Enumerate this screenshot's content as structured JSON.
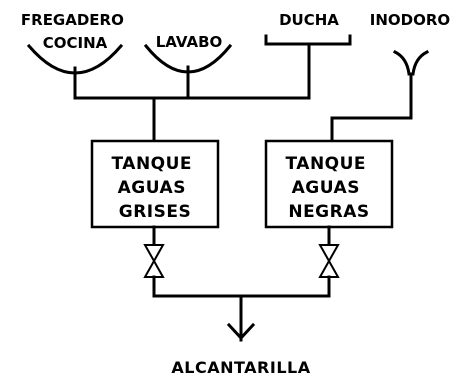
{
  "fixtures": {
    "kitchen_sink": [
      "FREGADERO",
      "COCINA"
    ],
    "washbasin": "LAVABO",
    "shower": "DUCHA",
    "toilet": "INODORO"
  },
  "tanks": {
    "grey_water": [
      "TANQUE",
      "AGUAS",
      "GRISES"
    ],
    "black_water": [
      "TANQUE",
      "AGUAS",
      "NEGRAS"
    ]
  },
  "drain": {
    "label": "ALCANTARILLA"
  }
}
